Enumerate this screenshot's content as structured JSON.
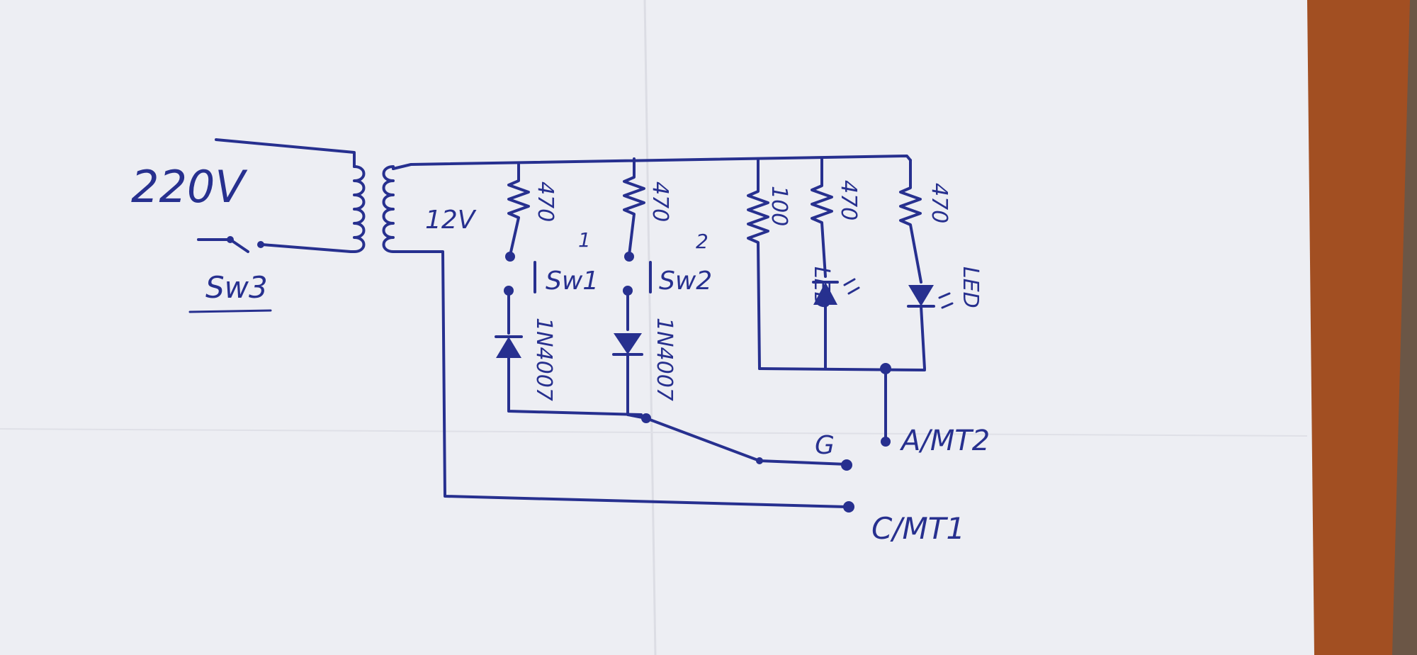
{
  "diagram": {
    "primary": {
      "voltage": "220V"
    },
    "switch_main": {
      "label": "Sw3"
    },
    "secondary": {
      "voltage": "12V"
    },
    "branches": [
      {
        "resistor": "470",
        "switch": "Sw1",
        "diode": "1N4007"
      },
      {
        "resistor": "470",
        "switch": "Sw2",
        "diode": "1N4007"
      }
    ],
    "indicator_resistors": [
      "100",
      "470",
      "470"
    ],
    "leds": [
      "LED",
      "LED"
    ],
    "terminals": {
      "gate": "G",
      "anode": "A/MT2",
      "cathode": "C/MT1"
    },
    "marks": {
      "sw1_number": "1",
      "sw2_number": "2"
    }
  }
}
